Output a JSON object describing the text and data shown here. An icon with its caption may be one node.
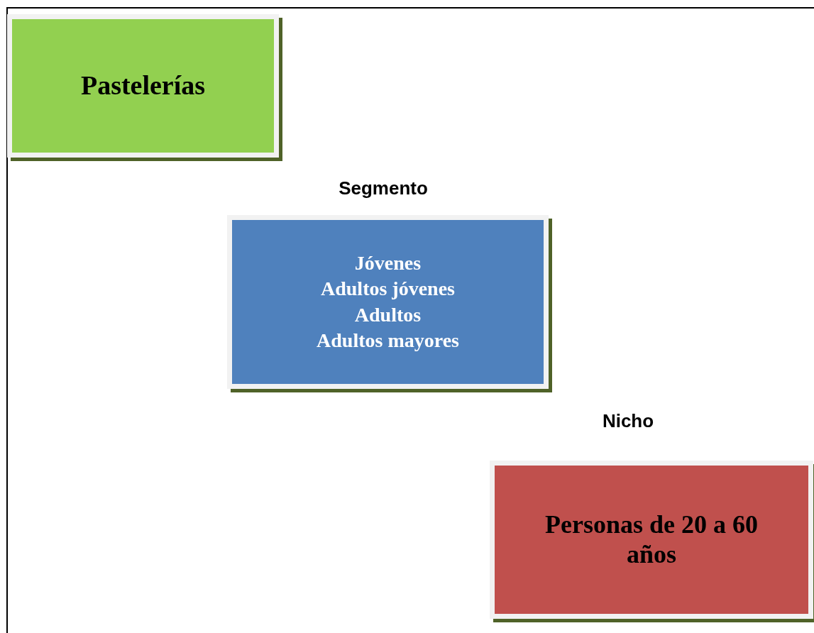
{
  "diagram": {
    "nodes": [
      {
        "text": [
          "Pastelerías"
        ]
      },
      {
        "text": [
          "Segmento",
          "Jóvenes",
          "Adultos jóvenes",
          "Adultos",
          "Adultos mayores"
        ]
      },
      {
        "text": [
          "Nicho",
          "Personas de 20 a 60 años"
        ]
      }
    ]
  }
}
